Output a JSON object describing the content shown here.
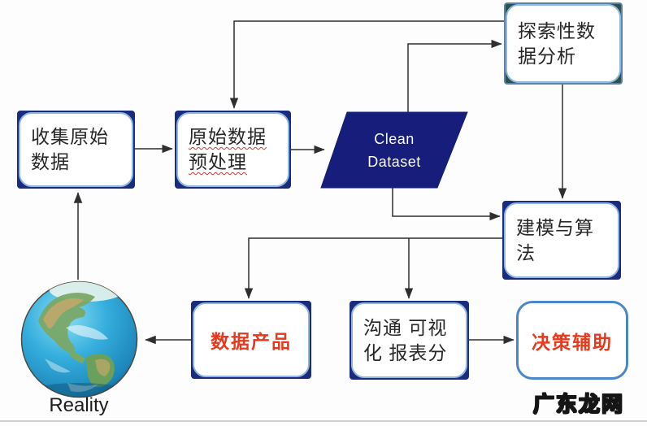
{
  "nodes": {
    "collect": {
      "lines": [
        "收集原始",
        "数据"
      ]
    },
    "preprocess": {
      "lines": [
        "原始数据",
        "预处理"
      ]
    },
    "clean_dataset": {
      "lines": [
        "Clean",
        "Dataset"
      ]
    },
    "eda": {
      "lines": [
        "探索性数",
        "据分析"
      ]
    },
    "modeling": {
      "lines": [
        "建模与算",
        "法"
      ]
    },
    "data_product": {
      "label": "数据产品"
    },
    "communication": {
      "lines": [
        "沟通 可视",
        "化 报表分"
      ]
    },
    "decision": {
      "label": "决策辅助"
    },
    "reality": {
      "label": "Reality"
    }
  },
  "edges": [
    {
      "from": "reality",
      "to": "collect"
    },
    {
      "from": "collect",
      "to": "preprocess"
    },
    {
      "from": "preprocess",
      "to": "clean_dataset"
    },
    {
      "from": "clean_dataset",
      "to": "eda"
    },
    {
      "from": "eda",
      "to": "preprocess"
    },
    {
      "from": "eda",
      "to": "modeling"
    },
    {
      "from": "clean_dataset",
      "to": "modeling"
    },
    {
      "from": "modeling",
      "to": "data_product"
    },
    {
      "from": "modeling",
      "to": "communication"
    },
    {
      "from": "data_product",
      "to": "reality"
    },
    {
      "from": "communication",
      "to": "decision"
    }
  ],
  "watermark": "广东龙网",
  "colors": {
    "navy": "#1b2b7d",
    "eda_corner": "#2e5148",
    "eda_outer": "#5c84a8",
    "inner_border": "#8fb8e0",
    "decision_border": "#4a86c8",
    "red_text": "#e53a1d",
    "text": "#272727",
    "line": "#2f2f2f",
    "parallelogram": "#161d7a",
    "squiggle": "#cc3b33",
    "baseline": "#cfcfcf"
  }
}
